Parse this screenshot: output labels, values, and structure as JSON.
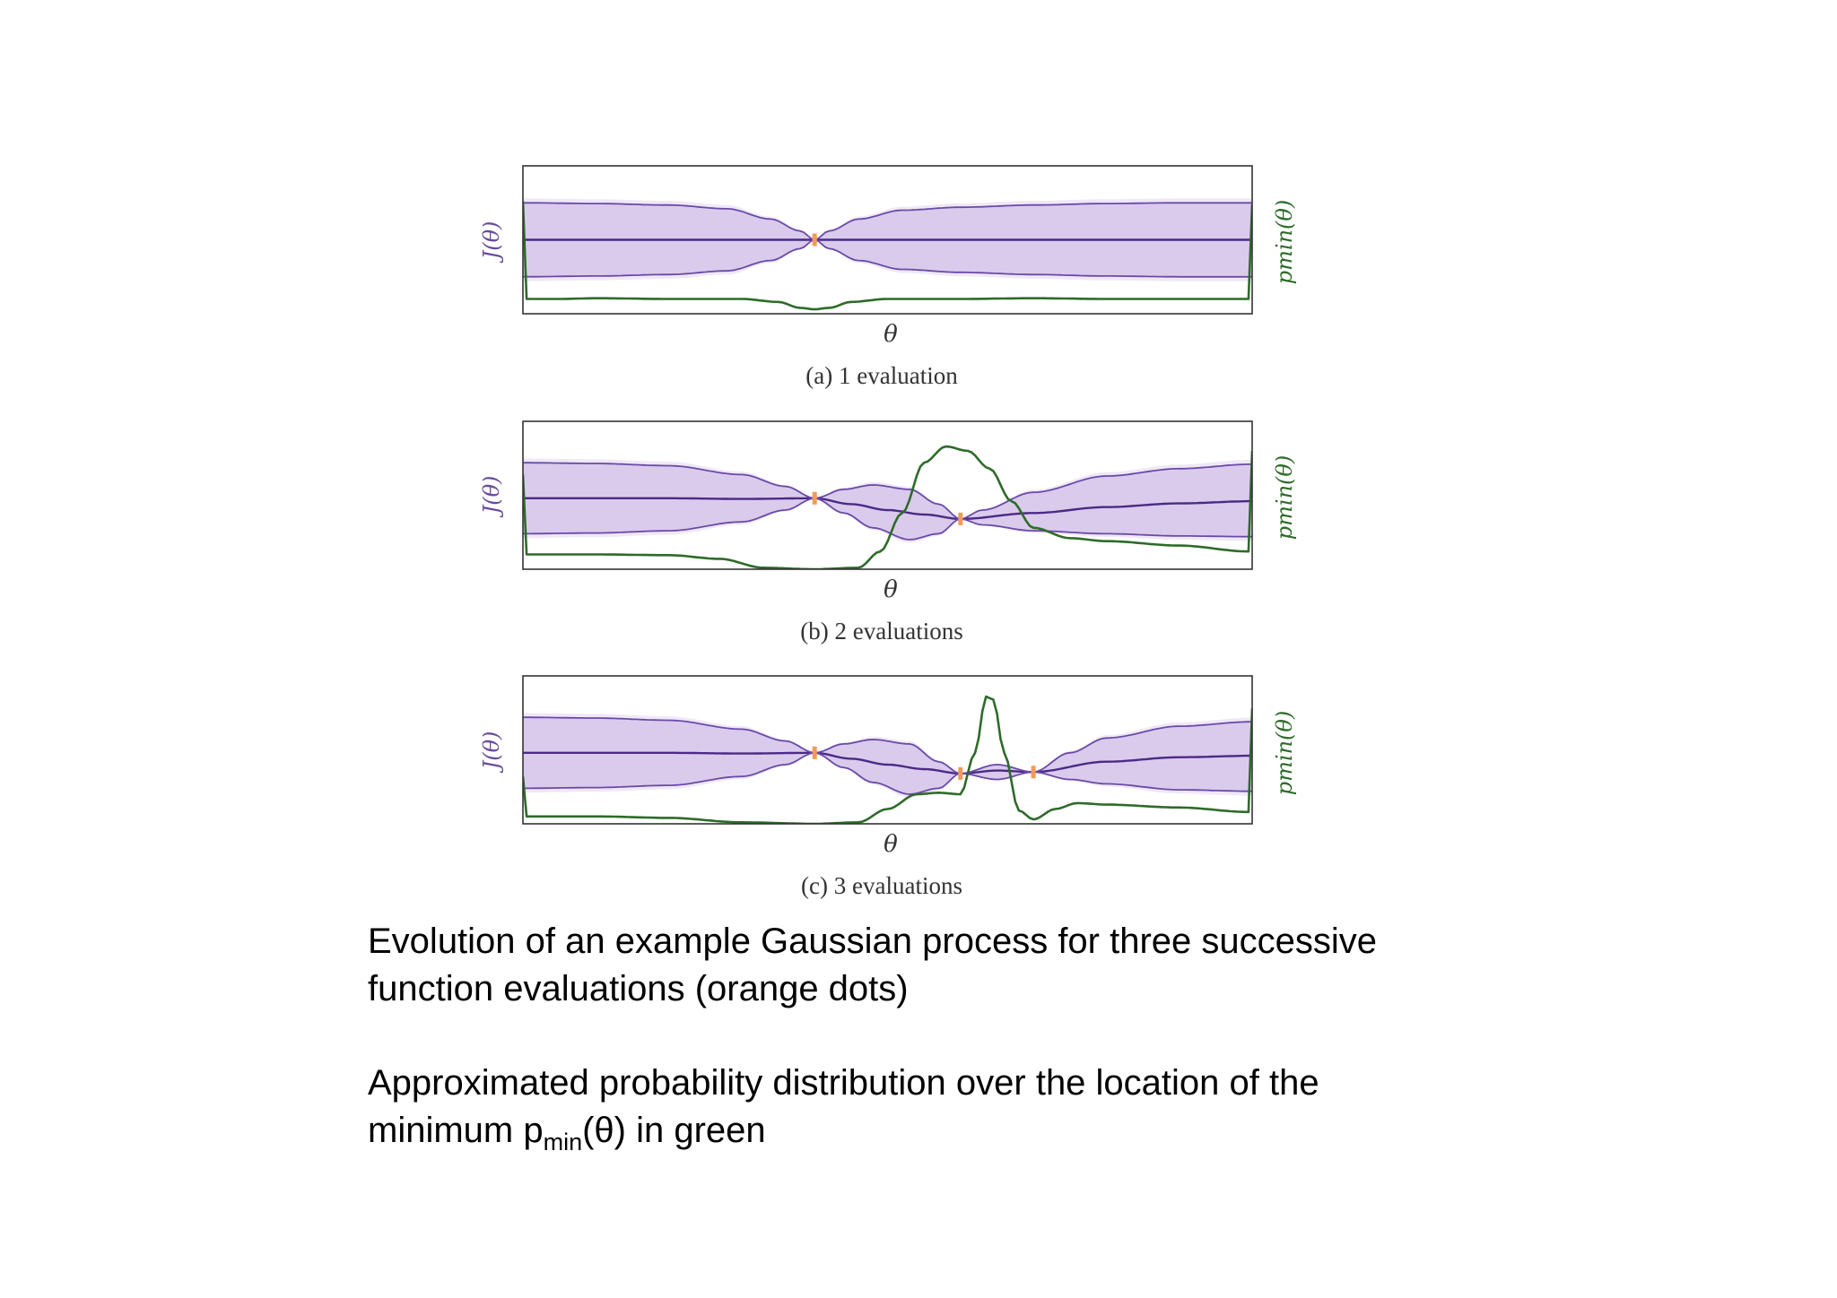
{
  "chart_data": [
    {
      "type": "line",
      "subcaption": "(a) 1 evaluation",
      "xlabel": "θ",
      "ylabel_left": "J(θ)",
      "ylabel_right": "pmin(θ)",
      "xlim": [
        0,
        1
      ],
      "ylim": [
        0,
        1
      ],
      "evaluations": [
        {
          "x": 0.4,
          "y": 0.5
        }
      ],
      "series": [
        {
          "role": "mean",
          "color": "#4b2a86",
          "points": [
            [
              0,
              0.5
            ],
            [
              0.2,
              0.5
            ],
            [
              0.4,
              0.5
            ],
            [
              0.6,
              0.5
            ],
            [
              0.8,
              0.5
            ],
            [
              1,
              0.5
            ]
          ]
        },
        {
          "role": "upper",
          "color": "#6a4aa8",
          "points": [
            [
              0,
              0.75
            ],
            [
              0.1,
              0.745
            ],
            [
              0.2,
              0.735
            ],
            [
              0.28,
              0.71
            ],
            [
              0.34,
              0.64
            ],
            [
              0.38,
              0.56
            ],
            [
              0.4,
              0.5
            ],
            [
              0.42,
              0.56
            ],
            [
              0.46,
              0.64
            ],
            [
              0.52,
              0.7
            ],
            [
              0.6,
              0.72
            ],
            [
              0.7,
              0.735
            ],
            [
              0.8,
              0.745
            ],
            [
              0.9,
              0.75
            ],
            [
              1,
              0.75
            ]
          ]
        },
        {
          "role": "lower",
          "color": "#6a4aa8",
          "points": [
            [
              0,
              0.25
            ],
            [
              0.1,
              0.255
            ],
            [
              0.2,
              0.265
            ],
            [
              0.28,
              0.29
            ],
            [
              0.34,
              0.36
            ],
            [
              0.38,
              0.44
            ],
            [
              0.4,
              0.5
            ],
            [
              0.42,
              0.44
            ],
            [
              0.46,
              0.36
            ],
            [
              0.52,
              0.3
            ],
            [
              0.6,
              0.28
            ],
            [
              0.7,
              0.265
            ],
            [
              0.8,
              0.255
            ],
            [
              0.9,
              0.25
            ],
            [
              1,
              0.25
            ]
          ]
        },
        {
          "role": "pmin",
          "color": "#2e6b2a",
          "points": [
            [
              0,
              0.76
            ],
            [
              0.005,
              0.1
            ],
            [
              0.05,
              0.1
            ],
            [
              0.1,
              0.105
            ],
            [
              0.2,
              0.1
            ],
            [
              0.3,
              0.1
            ],
            [
              0.35,
              0.08
            ],
            [
              0.38,
              0.04
            ],
            [
              0.4,
              0.03
            ],
            [
              0.42,
              0.04
            ],
            [
              0.45,
              0.08
            ],
            [
              0.5,
              0.1
            ],
            [
              0.6,
              0.1
            ],
            [
              0.7,
              0.105
            ],
            [
              0.8,
              0.1
            ],
            [
              0.9,
              0.1
            ],
            [
              0.995,
              0.1
            ],
            [
              1,
              0.74
            ]
          ]
        }
      ]
    },
    {
      "type": "line",
      "subcaption": "(b) 2 evaluations",
      "xlabel": "θ",
      "ylabel_left": "J(θ)",
      "ylabel_right": "pmin(θ)",
      "xlim": [
        0,
        1
      ],
      "ylim": [
        0,
        1
      ],
      "evaluations": [
        {
          "x": 0.4,
          "y": 0.48
        },
        {
          "x": 0.6,
          "y": 0.34
        }
      ],
      "series": [
        {
          "role": "mean",
          "color": "#4b2a86",
          "points": [
            [
              0,
              0.48
            ],
            [
              0.2,
              0.48
            ],
            [
              0.3,
              0.475
            ],
            [
              0.4,
              0.48
            ],
            [
              0.45,
              0.44
            ],
            [
              0.5,
              0.4
            ],
            [
              0.55,
              0.37
            ],
            [
              0.6,
              0.34
            ],
            [
              0.7,
              0.38
            ],
            [
              0.8,
              0.42
            ],
            [
              0.9,
              0.445
            ],
            [
              1,
              0.46
            ]
          ]
        },
        {
          "role": "upper",
          "color": "#6a4aa8",
          "points": [
            [
              0,
              0.72
            ],
            [
              0.1,
              0.715
            ],
            [
              0.2,
              0.7
            ],
            [
              0.3,
              0.64
            ],
            [
              0.36,
              0.56
            ],
            [
              0.4,
              0.48
            ],
            [
              0.44,
              0.54
            ],
            [
              0.48,
              0.57
            ],
            [
              0.53,
              0.54
            ],
            [
              0.57,
              0.44
            ],
            [
              0.6,
              0.34
            ],
            [
              0.63,
              0.4
            ],
            [
              0.7,
              0.52
            ],
            [
              0.8,
              0.63
            ],
            [
              0.9,
              0.68
            ],
            [
              1,
              0.71
            ]
          ]
        },
        {
          "role": "lower",
          "color": "#6a4aa8",
          "points": [
            [
              0,
              0.24
            ],
            [
              0.1,
              0.245
            ],
            [
              0.2,
              0.26
            ],
            [
              0.3,
              0.32
            ],
            [
              0.36,
              0.4
            ],
            [
              0.4,
              0.48
            ],
            [
              0.44,
              0.38
            ],
            [
              0.48,
              0.28
            ],
            [
              0.53,
              0.2
            ],
            [
              0.57,
              0.24
            ],
            [
              0.6,
              0.34
            ],
            [
              0.63,
              0.3
            ],
            [
              0.7,
              0.26
            ],
            [
              0.8,
              0.24
            ],
            [
              0.9,
              0.225
            ],
            [
              1,
              0.22
            ]
          ]
        },
        {
          "role": "pmin",
          "color": "#2e6b2a",
          "points": [
            [
              0,
              0.64
            ],
            [
              0.005,
              0.1
            ],
            [
              0.1,
              0.1
            ],
            [
              0.2,
              0.095
            ],
            [
              0.27,
              0.07
            ],
            [
              0.33,
              0.01
            ],
            [
              0.4,
              0
            ],
            [
              0.46,
              0.01
            ],
            [
              0.49,
              0.12
            ],
            [
              0.52,
              0.38
            ],
            [
              0.55,
              0.72
            ],
            [
              0.58,
              0.83
            ],
            [
              0.61,
              0.8
            ],
            [
              0.64,
              0.68
            ],
            [
              0.67,
              0.46
            ],
            [
              0.7,
              0.28
            ],
            [
              0.75,
              0.21
            ],
            [
              0.8,
              0.19
            ],
            [
              0.9,
              0.16
            ],
            [
              0.995,
              0.12
            ],
            [
              1,
              0.8
            ]
          ]
        }
      ]
    },
    {
      "type": "line",
      "subcaption": "(c) 3 evaluations",
      "xlabel": "θ",
      "ylabel_left": "J(θ)",
      "ylabel_right": "pmin(θ)",
      "xlim": [
        0,
        1
      ],
      "ylim": [
        0,
        1
      ],
      "evaluations": [
        {
          "x": 0.4,
          "y": 0.48
        },
        {
          "x": 0.6,
          "y": 0.34
        },
        {
          "x": 0.7,
          "y": 0.35
        }
      ],
      "series": [
        {
          "role": "mean",
          "color": "#4b2a86",
          "points": [
            [
              0,
              0.48
            ],
            [
              0.2,
              0.48
            ],
            [
              0.3,
              0.475
            ],
            [
              0.4,
              0.48
            ],
            [
              0.45,
              0.44
            ],
            [
              0.5,
              0.4
            ],
            [
              0.55,
              0.37
            ],
            [
              0.6,
              0.34
            ],
            [
              0.65,
              0.36
            ],
            [
              0.7,
              0.35
            ],
            [
              0.8,
              0.42
            ],
            [
              0.9,
              0.45
            ],
            [
              1,
              0.46
            ]
          ]
        },
        {
          "role": "upper",
          "color": "#6a4aa8",
          "points": [
            [
              0,
              0.72
            ],
            [
              0.1,
              0.715
            ],
            [
              0.2,
              0.7
            ],
            [
              0.3,
              0.64
            ],
            [
              0.36,
              0.56
            ],
            [
              0.4,
              0.48
            ],
            [
              0.44,
              0.54
            ],
            [
              0.48,
              0.57
            ],
            [
              0.53,
              0.54
            ],
            [
              0.57,
              0.42
            ],
            [
              0.6,
              0.34
            ],
            [
              0.65,
              0.4
            ],
            [
              0.7,
              0.35
            ],
            [
              0.75,
              0.48
            ],
            [
              0.8,
              0.58
            ],
            [
              0.9,
              0.66
            ],
            [
              1,
              0.69
            ]
          ]
        },
        {
          "role": "lower",
          "color": "#6a4aa8",
          "points": [
            [
              0,
              0.24
            ],
            [
              0.1,
              0.245
            ],
            [
              0.2,
              0.26
            ],
            [
              0.3,
              0.32
            ],
            [
              0.36,
              0.4
            ],
            [
              0.4,
              0.48
            ],
            [
              0.44,
              0.38
            ],
            [
              0.48,
              0.28
            ],
            [
              0.53,
              0.2
            ],
            [
              0.57,
              0.24
            ],
            [
              0.6,
              0.34
            ],
            [
              0.65,
              0.3
            ],
            [
              0.7,
              0.35
            ],
            [
              0.75,
              0.3
            ],
            [
              0.8,
              0.27
            ],
            [
              0.9,
              0.23
            ],
            [
              1,
              0.22
            ]
          ]
        },
        {
          "role": "pmin",
          "color": "#2e6b2a",
          "points": [
            [
              0,
              0.32
            ],
            [
              0.005,
              0.05
            ],
            [
              0.1,
              0.05
            ],
            [
              0.2,
              0.04
            ],
            [
              0.3,
              0.01
            ],
            [
              0.4,
              0
            ],
            [
              0.46,
              0.01
            ],
            [
              0.5,
              0.1
            ],
            [
              0.54,
              0.2
            ],
            [
              0.57,
              0.21
            ],
            [
              0.6,
              0.2
            ],
            [
              0.62,
              0.48
            ],
            [
              0.635,
              0.86
            ],
            [
              0.645,
              0.84
            ],
            [
              0.66,
              0.48
            ],
            [
              0.68,
              0.09
            ],
            [
              0.7,
              0.03
            ],
            [
              0.73,
              0.1
            ],
            [
              0.76,
              0.14
            ],
            [
              0.8,
              0.13
            ],
            [
              0.9,
              0.11
            ],
            [
              0.995,
              0.08
            ],
            [
              1,
              0.78
            ]
          ]
        }
      ]
    }
  ],
  "caption": {
    "line1": "Evolution of an example Gaussian process for three successive",
    "line2": "function evaluations (orange dots)",
    "line3": "Approximated probability distribution over the location of the",
    "line4_prefix": "minimum p",
    "line4_sub": "min",
    "line4_suffix": "(θ) in green"
  },
  "colors": {
    "mean": "#4b2a86",
    "bounds": "#6a4aa8",
    "band": "#c9b3e6",
    "pmin": "#2e6b2a",
    "evaluation": "#f29a5a"
  }
}
